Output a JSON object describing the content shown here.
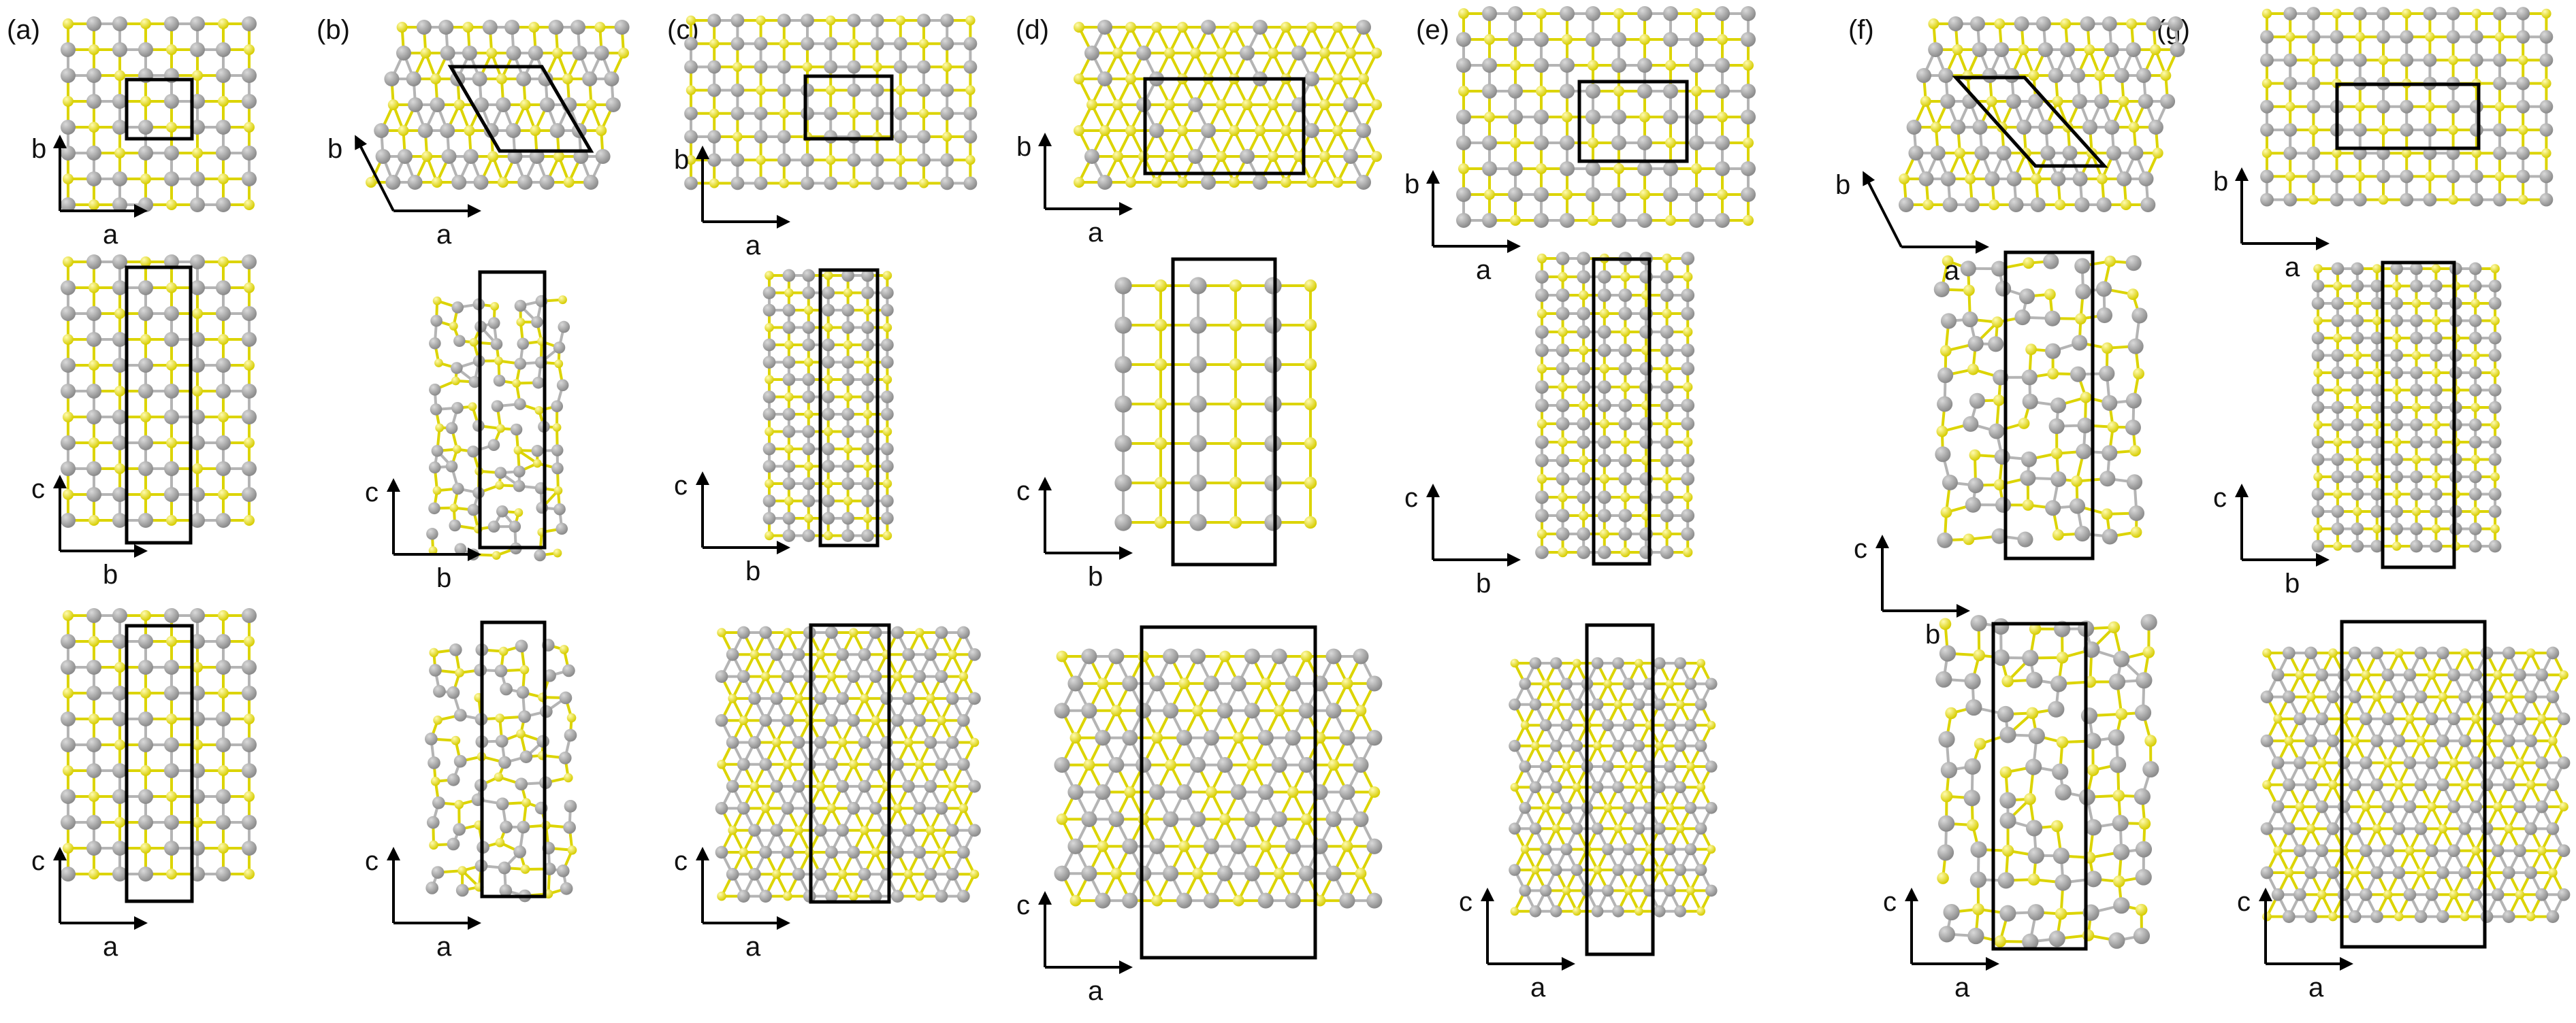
{
  "figure": {
    "panel_labels": [
      "(a)",
      "(b)",
      "(c)",
      "(d)",
      "(e)",
      "(f)",
      "(g)"
    ],
    "row_axes": [
      {
        "horizontal": "a",
        "vertical": "b"
      },
      {
        "horizontal": "b",
        "vertical": "c"
      },
      {
        "horizontal": "a",
        "vertical": "c"
      }
    ]
  },
  "colors": {
    "atom_gray": "#9a9a9a",
    "atom_gray_highlight": "#d9d9d9",
    "atom_yellow": "#e8e000",
    "atom_yellow_highlight": "#fffbb0",
    "bond_gray": "#b4b4b4",
    "bond_yellow": "#dcd400",
    "cell_outline": "#000000"
  }
}
